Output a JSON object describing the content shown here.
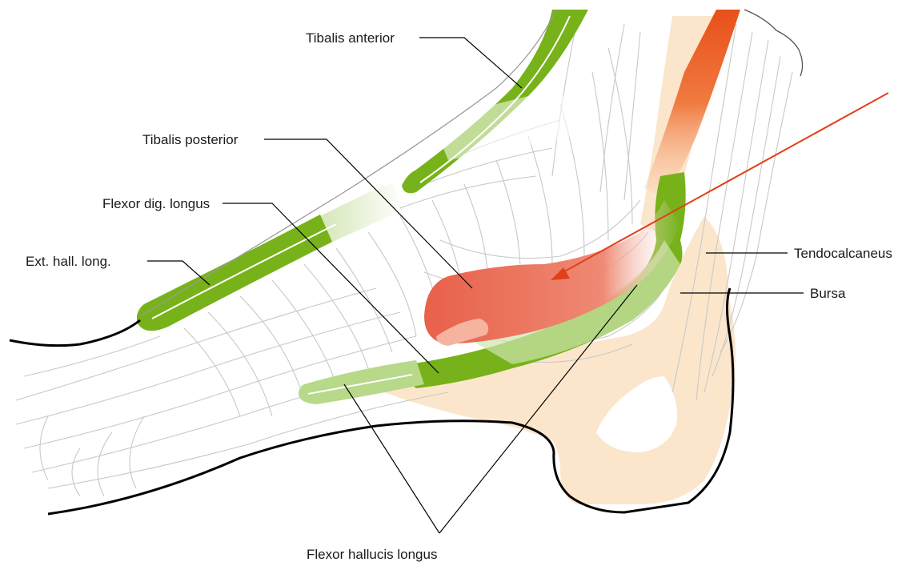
{
  "labels": {
    "tibialis_anterior": "Tibalis anterior",
    "tibialis_posterior": "Tibalis posterior",
    "flexor_dig_longus": "Flexor dig. longus",
    "ext_hall_long": "Ext. hall. long.",
    "tendocalcaneus": "Tendocalcaneus",
    "bursa": "Bursa",
    "flexor_hallucis_longus": "Flexor hallucis longus"
  },
  "colors": {
    "tendon_green": "#77b21a",
    "tendon_green_dark": "#5e9a12",
    "tendon_green_light": "#b8d88a",
    "inflamed_red": "#e8604a",
    "muscle_orange": "#e8501a",
    "bone": "#fbe6cc",
    "pointer_arrow": "#e0401a",
    "outline": "#000000",
    "sketch": "#c8c8c8"
  },
  "icons": {
    "pointer": "red-arrow-icon"
  }
}
